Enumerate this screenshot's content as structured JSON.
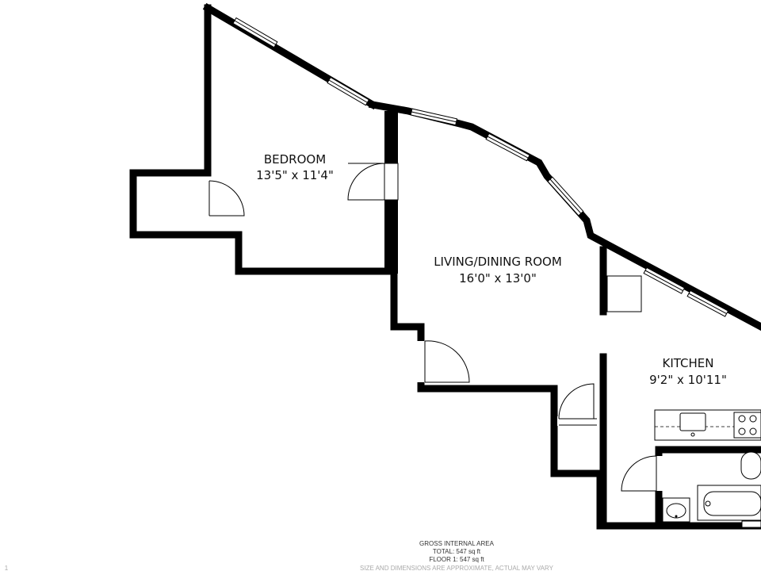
{
  "rooms": [
    {
      "name": "BEDROOM",
      "dimensions": "13'5\" x 11'4\""
    },
    {
      "name": "LIVING/DINING ROOM",
      "dimensions": "16'0\" x 13'0\""
    },
    {
      "name": "KITCHEN",
      "dimensions": "9'2\" x 10'11\""
    }
  ],
  "footer": {
    "heading": "GROSS INTERNAL AREA",
    "total": "TOTAL: 547 sq ft",
    "floor": "FLOOR 1: 547 sq ft",
    "disclaimer": "SIZE AND DIMENSIONS ARE APPROXIMATE, ACTUAL MAY VARY",
    "edge_fragment": "1"
  },
  "colors": {
    "wall": "#000000",
    "background": "#ffffff",
    "window": "#ffffff"
  }
}
